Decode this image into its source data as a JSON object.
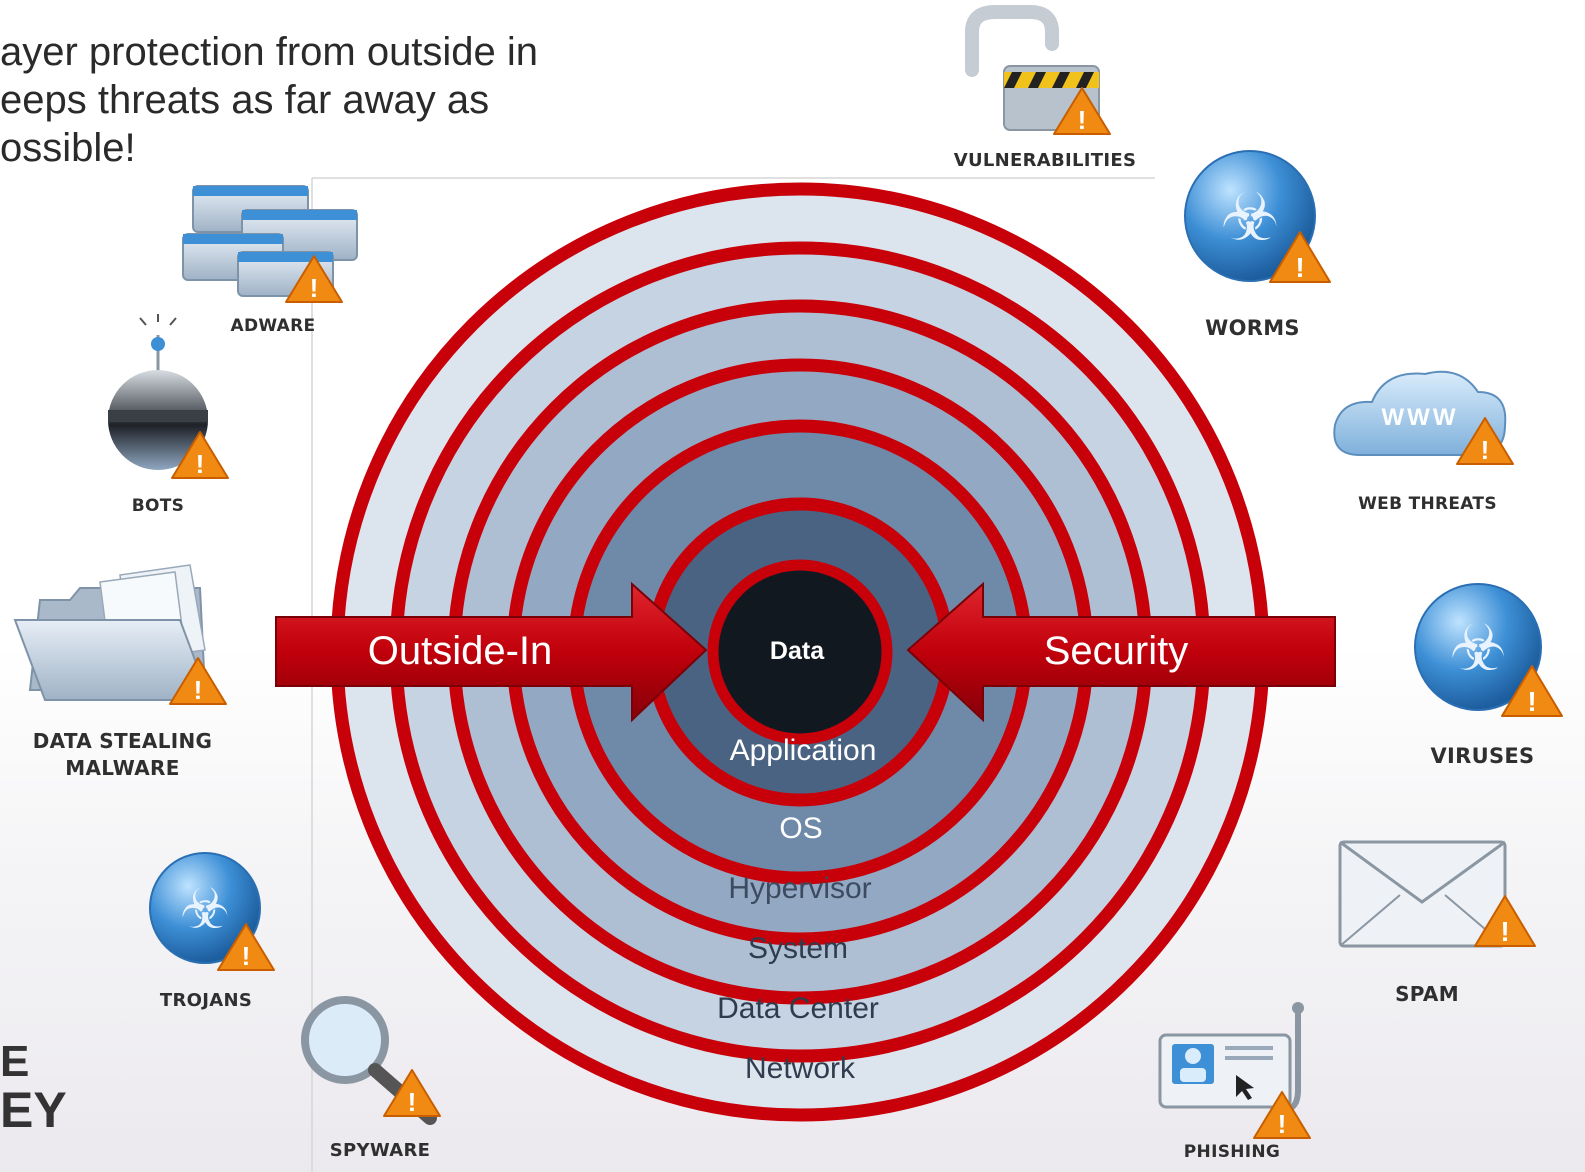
{
  "headline": {
    "lines": [
      "ayer protection from outside in",
      "eeps threats as far away as",
      "ossible!"
    ]
  },
  "layers": [
    {
      "label": "Network",
      "fill": "#dce4ee"
    },
    {
      "label": "Data Center",
      "fill": "#c6d3e2"
    },
    {
      "label": "System",
      "fill": "#aebfd4"
    },
    {
      "label": "Hypervisor",
      "fill": "#93a8c2"
    },
    {
      "label": "OS",
      "fill": "#6f89a8"
    },
    {
      "label": "Application",
      "fill": "#4b6382"
    },
    {
      "label": "Data",
      "fill": "#121820"
    }
  ],
  "arrows": {
    "left": "Outside-In",
    "right": "Security"
  },
  "threats": {
    "vulnerabilities": "VULNERABILITIES",
    "adware": "ADWARE",
    "worms": "WORMS",
    "bots": "BOTS",
    "web_threats": "WEB THREATS",
    "data_stealing_line1": "DATA STEALING",
    "data_stealing_line2": "MALWARE",
    "viruses": "VIRUSES",
    "trojans": "TROJANS",
    "spam": "SPAM",
    "spyware": "SPYWARE",
    "phishing": "PHISHING",
    "www": "WWW"
  },
  "logo_fragments": [
    "E",
    "EY"
  ],
  "colors": {
    "ring_red": "#c8000a",
    "arrow_red": "#c0000b",
    "warning_orange": "#f08a12",
    "biohazard_blue": "#3d8fd6"
  }
}
